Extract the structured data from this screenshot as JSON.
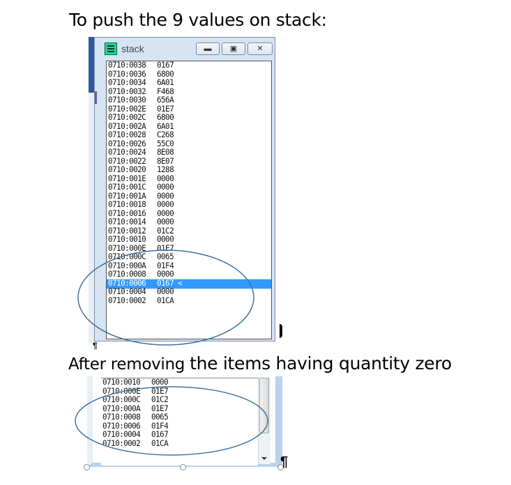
{
  "headings": {
    "first": "To push the 9 values on stack:",
    "second_prefix": "After removing ",
    "second_rest": "the items having quantity zero"
  },
  "window": {
    "title": "stack",
    "minimize_icon": "minimize-icon",
    "maximize_icon": "maximize-icon",
    "close_icon": "close-icon",
    "app_icon": "stack-app-icon"
  },
  "stack_before": [
    {
      "addr": "0710:0038",
      "value": "0167"
    },
    {
      "addr": "0710:0036",
      "value": "6800"
    },
    {
      "addr": "0710:0034",
      "value": "6A01"
    },
    {
      "addr": "0710:0032",
      "value": "F468"
    },
    {
      "addr": "0710:0030",
      "value": "656A"
    },
    {
      "addr": "0710:002E",
      "value": "01E7"
    },
    {
      "addr": "0710:002C",
      "value": "6800"
    },
    {
      "addr": "0710:002A",
      "value": "6A01"
    },
    {
      "addr": "0710:0028",
      "value": "C268"
    },
    {
      "addr": "0710:0026",
      "value": "55C0"
    },
    {
      "addr": "0710:0024",
      "value": "8E08"
    },
    {
      "addr": "0710:0022",
      "value": "8E07"
    },
    {
      "addr": "0710:0020",
      "value": "1288"
    },
    {
      "addr": "0710:001E",
      "value": "0000"
    },
    {
      "addr": "0710:001C",
      "value": "0000"
    },
    {
      "addr": "0710:001A",
      "value": "0000"
    },
    {
      "addr": "0710:0018",
      "value": "0000"
    },
    {
      "addr": "0710:0016",
      "value": "0000"
    },
    {
      "addr": "0710:0014",
      "value": "0000"
    },
    {
      "addr": "0710:0012",
      "value": "01C2"
    },
    {
      "addr": "0710:0010",
      "value": "0000"
    },
    {
      "addr": "0710:000E",
      "value": "01E7"
    },
    {
      "addr": "0710:000C",
      "value": "0065"
    },
    {
      "addr": "0710:000A",
      "value": "01F4"
    },
    {
      "addr": "0710:0008",
      "value": "0000"
    },
    {
      "addr": "0710:0006",
      "value": "0167",
      "selected": true,
      "marker": "<"
    },
    {
      "addr": "0710:0004",
      "value": "0000"
    },
    {
      "addr": "0710:0002",
      "value": "01CA"
    }
  ],
  "stack_after": [
    {
      "addr": "0710:0010",
      "value": "0000"
    },
    {
      "addr": "0710:000E",
      "value": "01E7"
    },
    {
      "addr": "0710:000C",
      "value": "01C2"
    },
    {
      "addr": "0710:000A",
      "value": "01E7"
    },
    {
      "addr": "0710:0008",
      "value": "0065"
    },
    {
      "addr": "0710:0006",
      "value": "01F4"
    },
    {
      "addr": "0710:0004",
      "value": "0167"
    },
    {
      "addr": "0710:0002",
      "value": "01CA"
    }
  ],
  "marks": {
    "pilcrow": "¶",
    "highlight_color": "#3399ff",
    "ellipse_color": "#41719c"
  }
}
